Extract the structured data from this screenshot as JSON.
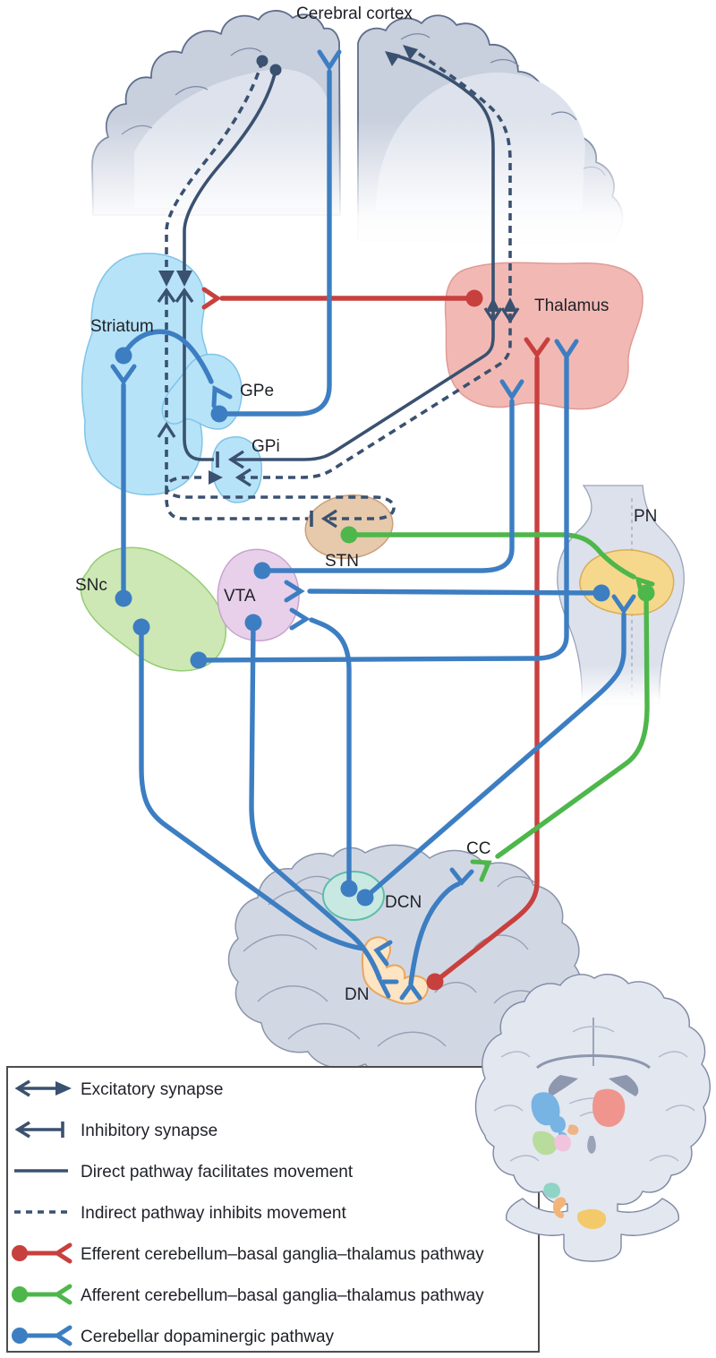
{
  "title": "Cerebral cortex",
  "regions": {
    "striatum": "Striatum",
    "gpe": "GPe",
    "gpi": "GPi",
    "stn": "STN",
    "snc": "SNc",
    "vta": "VTA",
    "thalamus": "Thalamus",
    "pn": "PN",
    "cc": "CC",
    "dcn": "DCN",
    "dn": "DN"
  },
  "legend": {
    "items": [
      {
        "label": "Excitatory synapse",
        "symbol": "fork-line-arrow",
        "color": "#3a5170"
      },
      {
        "label": "Inhibitory synapse",
        "symbol": "fork-line-bar",
        "color": "#3a5170"
      },
      {
        "label": "Direct pathway facilitates movement",
        "symbol": "solid-line",
        "color": "#3a5170"
      },
      {
        "label": "Indirect pathway inhibits movement",
        "symbol": "dashed-line",
        "color": "#3a5170"
      },
      {
        "label": "Efferent cerebellum–basal ganglia–thalamus pathway",
        "symbol": "dot-line-fork",
        "color": "#c8403e"
      },
      {
        "label": "Afferent cerebellum–basal ganglia–thalamus pathway",
        "symbol": "dot-line-fork",
        "color": "#4eb74b"
      },
      {
        "label": "Cerebellar dopaminergic pathway",
        "symbol": "dot-line-fork",
        "color": "#3d7ec2"
      }
    ]
  },
  "colors": {
    "navy_pathway": "#3a5170",
    "blue_dopaminergic": "#3d7ec2",
    "red_efferent": "#c8403e",
    "green_afferent": "#4eb74b",
    "striatum_fill": "#b7e3f8",
    "thalamus_fill": "#f2b9b4",
    "stn_fill": "#e7c9ab",
    "snc_fill": "#cde8b4",
    "vta_fill": "#e8d0ea",
    "pn_fill": "#f6d88d",
    "dcn_fill": "#c7e9e1",
    "dn_fill": "#fde4c2",
    "cortex_gray": "#c8cfdd"
  }
}
